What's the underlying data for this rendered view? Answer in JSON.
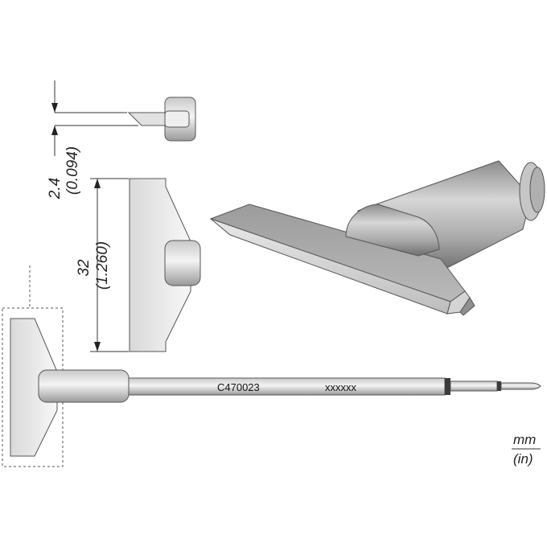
{
  "part_number": "C470023",
  "serial_placeholder": "xxxxxx",
  "dimensions": {
    "thickness_mm": "2.4",
    "thickness_in": "(0.094)",
    "width_mm": "32",
    "width_in": "(1.260)"
  },
  "units": {
    "primary": "mm",
    "secondary": "(in)"
  }
}
